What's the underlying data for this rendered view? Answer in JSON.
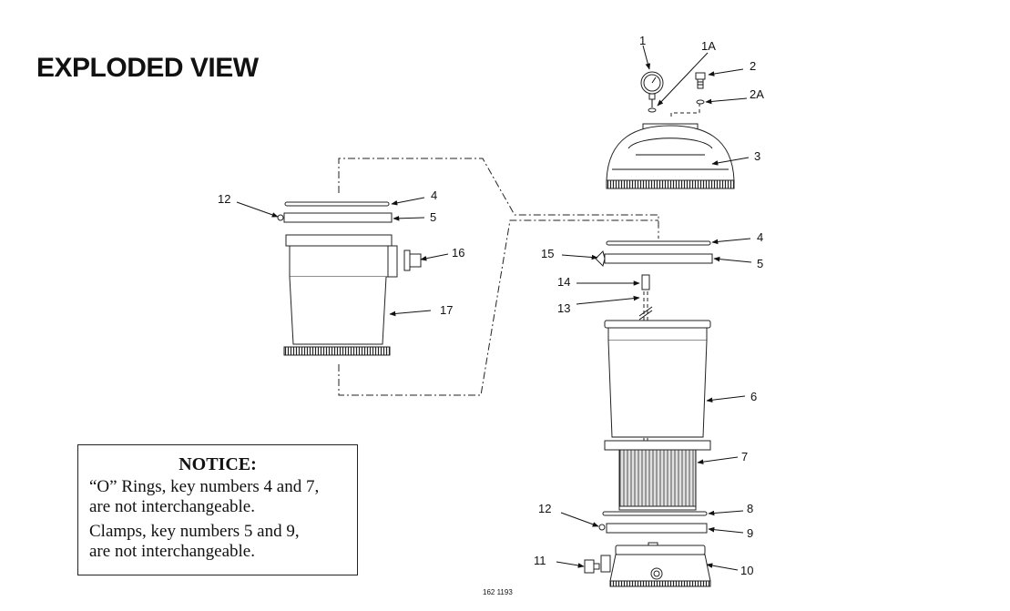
{
  "title": "EXPLODED VIEW",
  "notice": {
    "heading": "NOTICE:",
    "line1": "“O” Rings, key numbers 4 and 7,",
    "line2": "are not interchangeable.",
    "line3": "Clamps, key numbers 5 and 9,",
    "line4": "are not interchangeable."
  },
  "callouts": {
    "c1": "1",
    "c1a": "1A",
    "c2": "2",
    "c2a": "2A",
    "c3": "3",
    "c4a": "4",
    "c5a": "5",
    "c12a": "12",
    "c16": "16",
    "c17": "17",
    "c4b": "4",
    "c5b": "5",
    "c15": "15",
    "c14": "14",
    "c13": "13",
    "c6": "6",
    "c7": "7",
    "c8": "8",
    "c9": "9",
    "c12b": "12",
    "c11": "11",
    "c10": "10"
  },
  "drawing_code": "162 1193"
}
